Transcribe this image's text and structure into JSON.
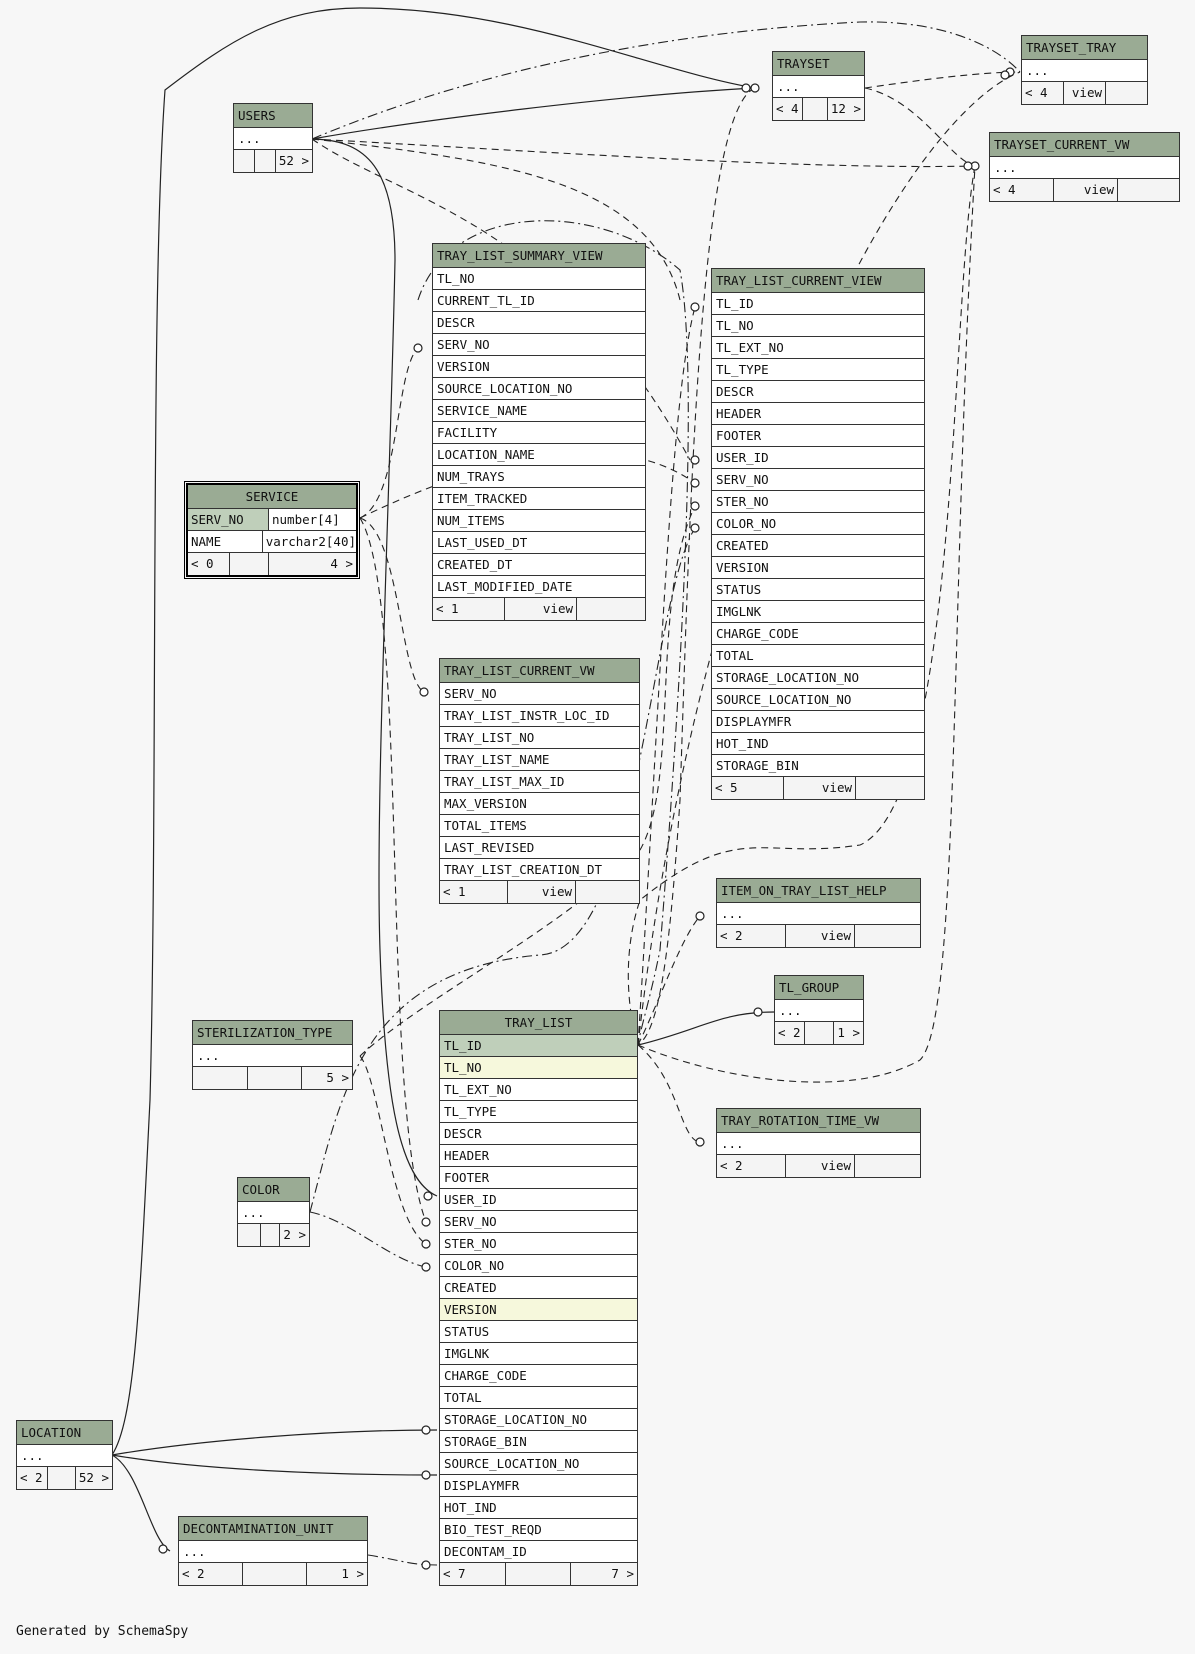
{
  "footer_text": "Generated by SchemaSpy",
  "colors": {
    "header": "#9aab94",
    "primary_key": "#bfcfba",
    "indexed": "#f6f8dc",
    "background": "#f7f7f7"
  },
  "tables": {
    "users": {
      "name": "USERS",
      "cols": [
        "..."
      ],
      "foot": [
        "",
        "",
        "52 >"
      ]
    },
    "trayset": {
      "name": "TRAYSET",
      "cols": [
        "..."
      ],
      "foot": [
        "< 4",
        "",
        "12 >"
      ]
    },
    "trayset_tray": {
      "name": "TRAYSET_TRAY",
      "cols": [
        "..."
      ],
      "foot": [
        "< 4",
        "view",
        ""
      ]
    },
    "trayset_current_vw": {
      "name": "TRAYSET_CURRENT_VW",
      "cols": [
        "..."
      ],
      "foot": [
        "< 4",
        "view",
        ""
      ]
    },
    "service": {
      "name": "SERVICE",
      "rows": [
        {
          "col": "SERV_NO",
          "type": "number[4]"
        },
        {
          "col": "NAME",
          "type": "varchar2[40]"
        }
      ],
      "foot": [
        "< 0",
        "",
        "4 >"
      ]
    },
    "tray_list_summary_view": {
      "name": "TRAY_LIST_SUMMARY_VIEW",
      "cols": [
        "TL_NO",
        "CURRENT_TL_ID",
        "DESCR",
        "SERV_NO",
        "VERSION",
        "SOURCE_LOCATION_NO",
        "SERVICE_NAME",
        "FACILITY",
        "LOCATION_NAME",
        "NUM_TRAYS",
        "ITEM_TRACKED",
        "NUM_ITEMS",
        "LAST_USED_DT",
        "CREATED_DT",
        "LAST_MODIFIED_DATE"
      ],
      "foot": [
        "< 1",
        "view",
        ""
      ]
    },
    "tray_list_current_view": {
      "name": "TRAY_LIST_CURRENT_VIEW",
      "cols": [
        "TL_ID",
        "TL_NO",
        "TL_EXT_NO",
        "TL_TYPE",
        "DESCR",
        "HEADER",
        "FOOTER",
        "USER_ID",
        "SERV_NO",
        "STER_NO",
        "COLOR_NO",
        "CREATED",
        "VERSION",
        "STATUS",
        "IMGLNK",
        "CHARGE_CODE",
        "TOTAL",
        "STORAGE_LOCATION_NO",
        "SOURCE_LOCATION_NO",
        "DISPLAYMFR",
        "HOT_IND",
        "STORAGE_BIN"
      ],
      "foot": [
        "< 5",
        "view",
        ""
      ]
    },
    "tray_list_current_vw": {
      "name": "TRAY_LIST_CURRENT_VW",
      "cols": [
        "SERV_NO",
        "TRAY_LIST_INSTR_LOC_ID",
        "TRAY_LIST_NO",
        "TRAY_LIST_NAME",
        "TRAY_LIST_MAX_ID",
        "MAX_VERSION",
        "TOTAL_ITEMS",
        "LAST_REVISED",
        "TRAY_LIST_CREATION_DT"
      ],
      "foot": [
        "< 1",
        "view",
        ""
      ]
    },
    "item_on_tray_list_help": {
      "name": "ITEM_ON_TRAY_LIST_HELP",
      "cols": [
        "..."
      ],
      "foot": [
        "< 2",
        "view",
        ""
      ]
    },
    "tl_group": {
      "name": "TL_GROUP",
      "cols": [
        "..."
      ],
      "foot": [
        "< 2",
        "",
        "1 >"
      ]
    },
    "sterilization_type": {
      "name": "STERILIZATION_TYPE",
      "cols": [
        "..."
      ],
      "foot": [
        "",
        "",
        "5 >"
      ]
    },
    "tray_list": {
      "name": "TRAY_LIST",
      "cols": [
        "TL_ID",
        "TL_NO",
        "TL_EXT_NO",
        "TL_TYPE",
        "DESCR",
        "HEADER",
        "FOOTER",
        "USER_ID",
        "SERV_NO",
        "STER_NO",
        "COLOR_NO",
        "CREATED",
        "VERSION",
        "STATUS",
        "IMGLNK",
        "CHARGE_CODE",
        "TOTAL",
        "STORAGE_LOCATION_NO",
        "STORAGE_BIN",
        "SOURCE_LOCATION_NO",
        "DISPLAYMFR",
        "HOT_IND",
        "BIO_TEST_REQD",
        "DECONTAM_ID"
      ],
      "foot": [
        "< 7",
        "",
        "7 >"
      ]
    },
    "tray_rotation_time_vw": {
      "name": "TRAY_ROTATION_TIME_VW",
      "cols": [
        "..."
      ],
      "foot": [
        "< 2",
        "view",
        ""
      ]
    },
    "color": {
      "name": "COLOR",
      "cols": [
        "..."
      ],
      "foot": [
        "",
        "",
        "2 >"
      ]
    },
    "location": {
      "name": "LOCATION",
      "cols": [
        "..."
      ],
      "foot": [
        "< 2",
        "",
        "52 >"
      ]
    },
    "decontamination_unit": {
      "name": "DECONTAMINATION_UNIT",
      "cols": [
        "..."
      ],
      "foot": [
        "< 2",
        "",
        "1 >"
      ]
    }
  }
}
